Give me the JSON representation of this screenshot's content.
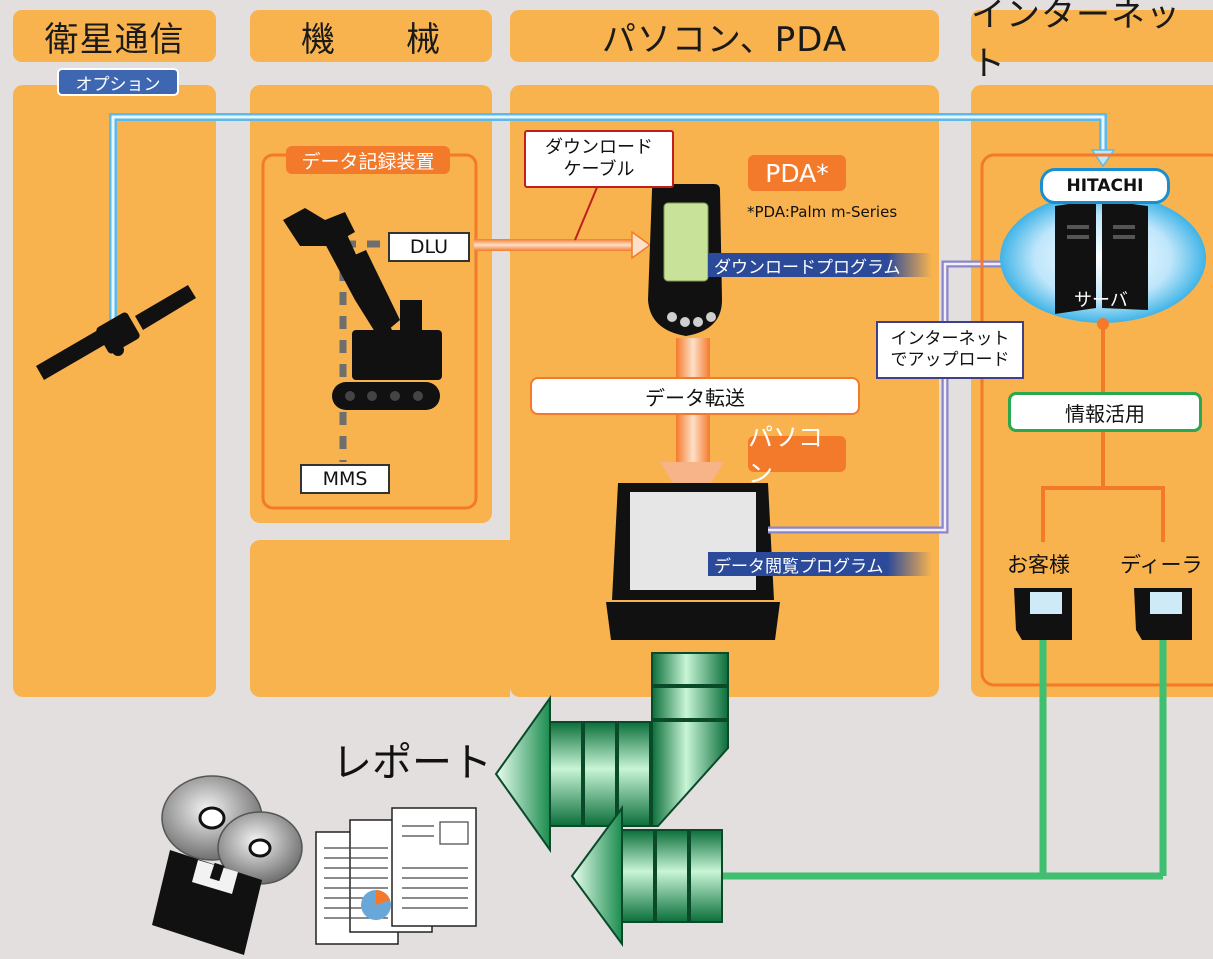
{
  "headers": {
    "satellite": "衛星通信",
    "machine": "機　　械",
    "pc_pda": "パソコン、PDA",
    "internet": "インターネット"
  },
  "option_label": "オプション",
  "recorder_label": "データ記録装置",
  "dlu": "DLU",
  "mms": "MMS",
  "download_cable": [
    "ダウンロード",
    "ケーブル"
  ],
  "pda_label": "PDA*",
  "pda_note": "*PDA:Palm m-Series",
  "download_program": "ダウンロードプログラム",
  "data_transfer": "データ転送",
  "pc_label": "パソコン",
  "viewer_program": "データ閲覧プログラム",
  "internet_upload": [
    "インターネット",
    "でアップロード"
  ],
  "hitachi": "HITACHI",
  "server": "サーバ",
  "info_use": "情報活用",
  "customer": "お客様",
  "dealer": "ディーラ",
  "report": "レポート",
  "colors": {
    "panel": "#f9b34e",
    "accent_orange": "#f47a2b",
    "program_blue": "#2b4a9a",
    "pipe_green": "#3fbf6f",
    "link_blue": "#8fd3f4"
  }
}
